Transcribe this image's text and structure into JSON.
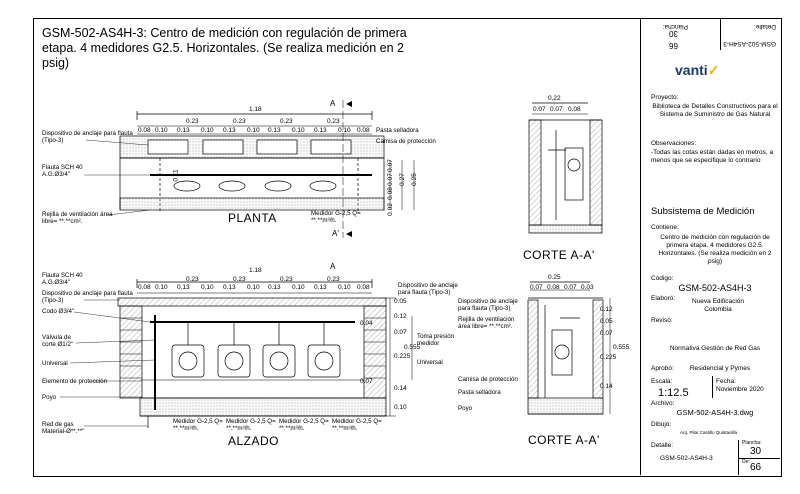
{
  "title": "GSM-502-AS4H-3: Centro de medición con regulación de primera etapa.  4 medidores G2.5. Horizontales. (Se realiza medición en 2 psig)",
  "planta": {
    "view_label": "PLANTA",
    "section_mark_top": "A",
    "section_mark_bottom": "A'",
    "overall_dim": "1.18",
    "group_dims": [
      "0.23",
      "0.23",
      "0.23",
      "0.23"
    ],
    "segment_dims": [
      "0.08",
      "0.10",
      "0.13",
      "0.10",
      "0.13",
      "0.10",
      "0.13",
      "0.10",
      "0.13",
      "0.10",
      "0.08"
    ],
    "label_anclaje": "Dispositivo de anclaje para flauta (Tipo-3)",
    "label_flauta": "Flauta SCH 40 A.G.Ø3/4\"",
    "label_rejilla": "Rejilla de ventilación área libre= **.**cm².",
    "label_medidor": "Medidor G-2,5 Q= **.**m³/h.",
    "label_pasta": "Pasta selladora",
    "label_camisa": "Camisa de protección",
    "vertical_dims": [
      "0.11",
      "0.07",
      "0.07",
      "0.08",
      "0.27",
      "0.25"
    ],
    "dim_02": "0.02"
  },
  "corte1": {
    "view_label": "CORTE A-A'",
    "top_dim": "0.22",
    "sub_dims": [
      "0.07",
      "0.07",
      "0.08"
    ]
  },
  "alzado": {
    "view_label": "ALZADO",
    "overall_dim": "1.18",
    "group_dims": [
      "0.23",
      "0.23",
      "0.23",
      "0.23"
    ],
    "segment_dims": [
      "0.08",
      "0.10",
      "0.13",
      "0.10",
      "0.13",
      "0.10",
      "0.13",
      "0.10",
      "0.13",
      "0.10",
      "0.08"
    ],
    "label_flauta": "Flauta SCH 40 A.G.Ø3/4\"",
    "label_anclaje": "Dispositivo de anclaje para flauta (Tipo-3)",
    "label_codo": "Codo Ø3/4\"",
    "label_valvula": "Válvula de corte Ø1/2\"",
    "label_universal": "Universal",
    "label_elemento": "Elemento de protección",
    "label_poyo": "Poyo",
    "label_red": "Red de gas Material-Ø**.**\"",
    "label_anclaje_r": "Dispositivo de anclaje para flauta (Tipo-3)",
    "label_rejilla_r": "Rejilla de ventilación área libre= **.**cm².",
    "label_toma": "Toma presión medidor",
    "label_universal_r": "Universal",
    "medidores": [
      "Medidor G-2,5 Q= **.**m³/h.",
      "Medidor G-2,5 Q= **.**m³/h.",
      "Medidor G-2,5 Q= **.**m³/h.",
      "Medidor G-2,5 Q= **.**m³/h."
    ],
    "right_dims": [
      "0.05",
      "0.12",
      "0.04",
      "0.07",
      "0.225",
      "0.555",
      "0.07",
      "0.14",
      "0.10"
    ]
  },
  "corte2": {
    "view_label": "CORTE A-A'",
    "top_dim": "0.25",
    "sub_dims": [
      "0.07",
      "0.08",
      "0.07",
      "0.03"
    ],
    "right_dims": [
      "0.12",
      "0.05",
      "0.07",
      "0.225",
      "0.555",
      "0.14"
    ],
    "label_camisa": "Camisa de protección",
    "label_pasta": "Pasta selladora",
    "label_poyo": "Poyo"
  },
  "title_block": {
    "rot_code": "GSM-502-AS4H-3",
    "rot_detalle_label": "Detalle:",
    "rot_plancha_label": "Plancha:",
    "rot_num1": "30",
    "rot_num2": "66",
    "logo": "vanti",
    "proyecto_label": "Proyecto:",
    "proyecto": "Biblioteca de Detalles Constructivos para el Sistema de Suministro de Gas Natural",
    "obs_label": "Observaciones:",
    "obs": "-Todas las cotas están dadas en metros, a menos que se especifique lo contrario",
    "subsistema": "Subsistema de Medición",
    "contiene_label": "Contiene:",
    "contiene": "Centro de medición con regulación de primera etapa. 4 medidores G2.5. Horizontales. (Se realiza medición en 2 psig)",
    "codigo_label": "Código:",
    "codigo": "GSM-502-AS4H-3",
    "elaboro_label": "Elaboró:",
    "elaboro": "Nueva Edificación Colombia",
    "reviso_label": "Revisó:",
    "reviso": "Normativa Gestión de Red Gas",
    "aprobo_label": "Aprobó:",
    "aprobo": "Residencial y Pymes",
    "escala_label": "Escala:",
    "escala": "1:12.5",
    "fecha_label": "Fecha:",
    "fecha": "Noviembre 2020",
    "archivo_label": "Archivo:",
    "archivo": "GSM-502-AS4H-3.dwg",
    "dibujo_label": "Dibujó:",
    "dibujo": "Arq. Pilar Castillo Quintanilla",
    "detalle_label": "Detalle:",
    "detalle": "GSM-502-AS4H-3",
    "plancha_label": "Plancha:",
    "plancha": "30",
    "de_label": "De:",
    "de": "66"
  }
}
